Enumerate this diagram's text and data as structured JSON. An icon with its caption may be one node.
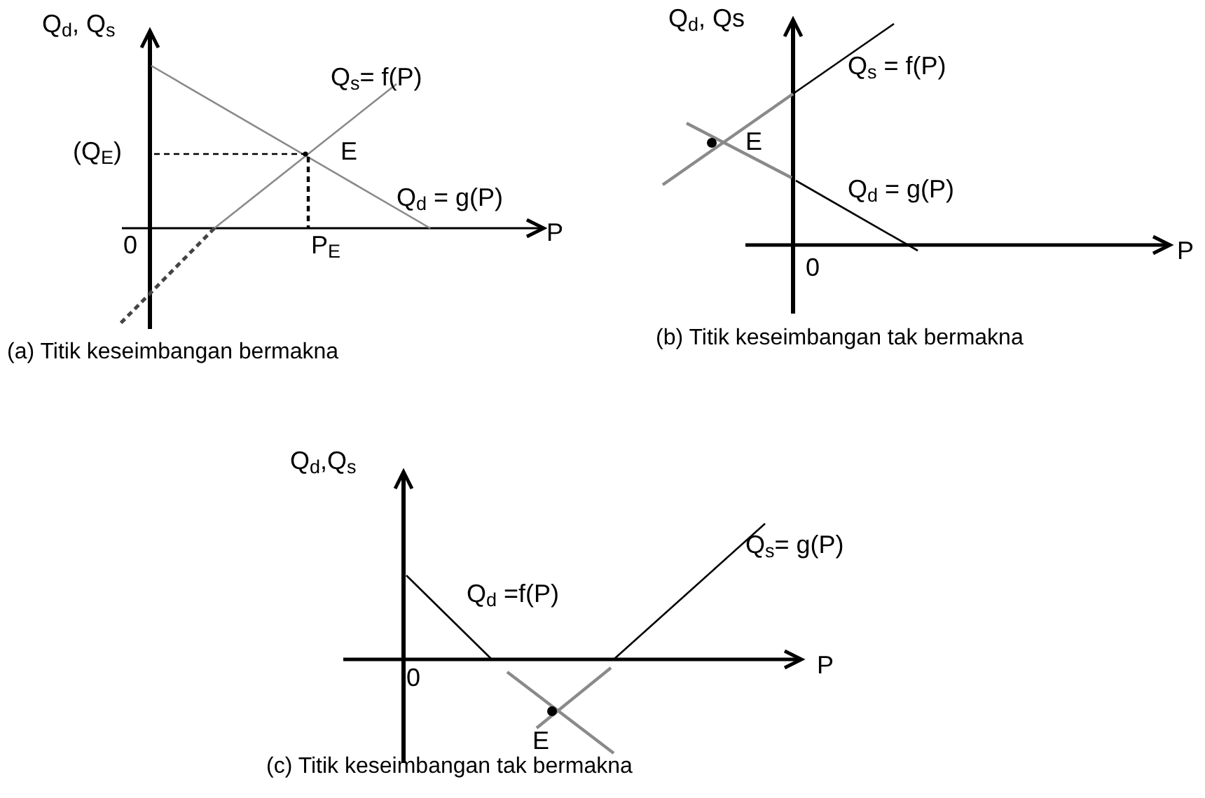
{
  "diagram": {
    "labels": [
      "Q$_{d}$, Q$_{s}$",
      "Q$_{s}$= f(P)",
      "(Q$_{E}$)",
      "E",
      "Q$_{d}$ = g(P)",
      "0",
      "P$_{E}$",
      "P",
      "(a) Titik keseimbangan bermakna",
      "Q$_{d}$, Qs",
      "Q$_{s}$ = f(P)",
      "E",
      "Q$_{d}$ = g(P)",
      "0",
      "P",
      "(b) Titik keseimbangan tak bermakna",
      "Q$_{d}$,Q$_{s}$",
      "Q$_{s}$= g(P)",
      "Q$_{d}$ =f(P)",
      "0",
      "P",
      "E",
      "(c) Titik keseimbangan tak bermakna"
    ]
  }
}
